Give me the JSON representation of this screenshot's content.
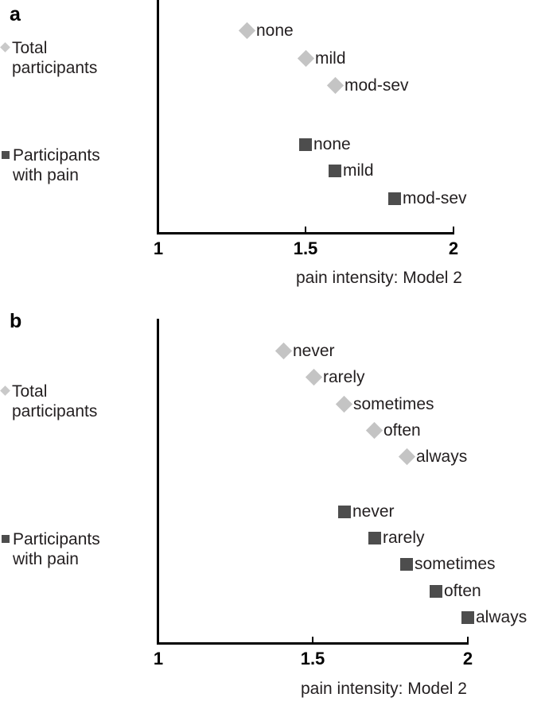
{
  "figure": {
    "axis_title": "pain intensity: Model 2",
    "legend": [
      {
        "key": "total",
        "marker": "diamond",
        "label": "Total\nparticipants",
        "color": "#c4c4c4"
      },
      {
        "key": "pain",
        "marker": "square",
        "label": "Participants\nwith pain",
        "color": "#4d4d4d"
      }
    ],
    "tick_labels": [
      "1",
      "1.5",
      "2"
    ]
  },
  "panels": [
    {
      "letter": "a",
      "axis_title": "pain intensity: Model 2",
      "legend_total": "Total\nparticipants",
      "legend_pain": "Participants\nwith pain",
      "tick_1": "1",
      "tick_15": "1.5",
      "tick_2": "2",
      "points": [
        {
          "series": "total",
          "label": "none",
          "value": "1.3"
        },
        {
          "series": "total",
          "label": "mild",
          "value": "1.5"
        },
        {
          "series": "total",
          "label": "mod-sev",
          "value": "1.6"
        },
        {
          "series": "pain",
          "label": "none",
          "value": "1.5"
        },
        {
          "series": "pain",
          "label": "mild",
          "value": "1.6"
        },
        {
          "series": "pain",
          "label": "mod-sev",
          "value": "1.8"
        }
      ]
    },
    {
      "letter": "b",
      "axis_title": "pain intensity: Model 2",
      "legend_total": "Total\nparticipants",
      "legend_pain": "Participants\nwith pain",
      "tick_1": "1",
      "tick_15": "1.5",
      "tick_2": "2",
      "points": [
        {
          "series": "total",
          "label": "never",
          "value": "1.4"
        },
        {
          "series": "total",
          "label": "rarely",
          "value": "1.5"
        },
        {
          "series": "total",
          "label": "sometimes",
          "value": "1.6"
        },
        {
          "series": "total",
          "label": "often",
          "value": "1.7"
        },
        {
          "series": "total",
          "label": "always",
          "value": "1.8"
        },
        {
          "series": "pain",
          "label": "never",
          "value": "1.6"
        },
        {
          "series": "pain",
          "label": "rarely",
          "value": "1.7"
        },
        {
          "series": "pain",
          "label": "sometimes",
          "value": "1.8"
        },
        {
          "series": "pain",
          "label": "often",
          "value": "1.9"
        },
        {
          "series": "pain",
          "label": "always",
          "value": "2.0"
        }
      ]
    }
  ],
  "chart_data": [
    {
      "type": "scatter",
      "panel": "a",
      "title": "",
      "xlabel": "pain intensity: Model 2",
      "ylabel": "",
      "xlim": [
        1,
        2
      ],
      "xticks": [
        1,
        1.5,
        2
      ],
      "xtick_labels": [
        "1",
        "1.5",
        "2"
      ],
      "grid": false,
      "legend_position": "left-outside",
      "series": [
        {
          "name": "Total participants",
          "marker": "diamond",
          "color": "#c4c4c4",
          "points": [
            {
              "label": "none",
              "x": 1.3
            },
            {
              "label": "mild",
              "x": 1.5
            },
            {
              "label": "mod-sev",
              "x": 1.6
            }
          ]
        },
        {
          "name": "Participants with pain",
          "marker": "square",
          "color": "#4d4d4d",
          "points": [
            {
              "label": "none",
              "x": 1.5
            },
            {
              "label": "mild",
              "x": 1.6
            },
            {
              "label": "mod-sev",
              "x": 1.8
            }
          ]
        }
      ]
    },
    {
      "type": "scatter",
      "panel": "b",
      "title": "",
      "xlabel": "pain intensity: Model 2",
      "ylabel": "",
      "xlim": [
        1,
        2
      ],
      "xticks": [
        1,
        1.5,
        2
      ],
      "xtick_labels": [
        "1",
        "1.5",
        "2"
      ],
      "grid": false,
      "legend_position": "left-outside",
      "series": [
        {
          "name": "Total participants",
          "marker": "diamond",
          "color": "#c4c4c4",
          "points": [
            {
              "label": "never",
              "x": 1.4
            },
            {
              "label": "rarely",
              "x": 1.5
            },
            {
              "label": "sometimes",
              "x": 1.6
            },
            {
              "label": "often",
              "x": 1.7
            },
            {
              "label": "always",
              "x": 1.8
            }
          ]
        },
        {
          "name": "Participants with pain",
          "marker": "square",
          "color": "#4d4d4d",
          "points": [
            {
              "label": "never",
              "x": 1.6
            },
            {
              "label": "rarely",
              "x": 1.7
            },
            {
              "label": "sometimes",
              "x": 1.8
            },
            {
              "label": "often",
              "x": 1.9
            },
            {
              "label": "always",
              "x": 2.0
            }
          ]
        }
      ]
    }
  ]
}
